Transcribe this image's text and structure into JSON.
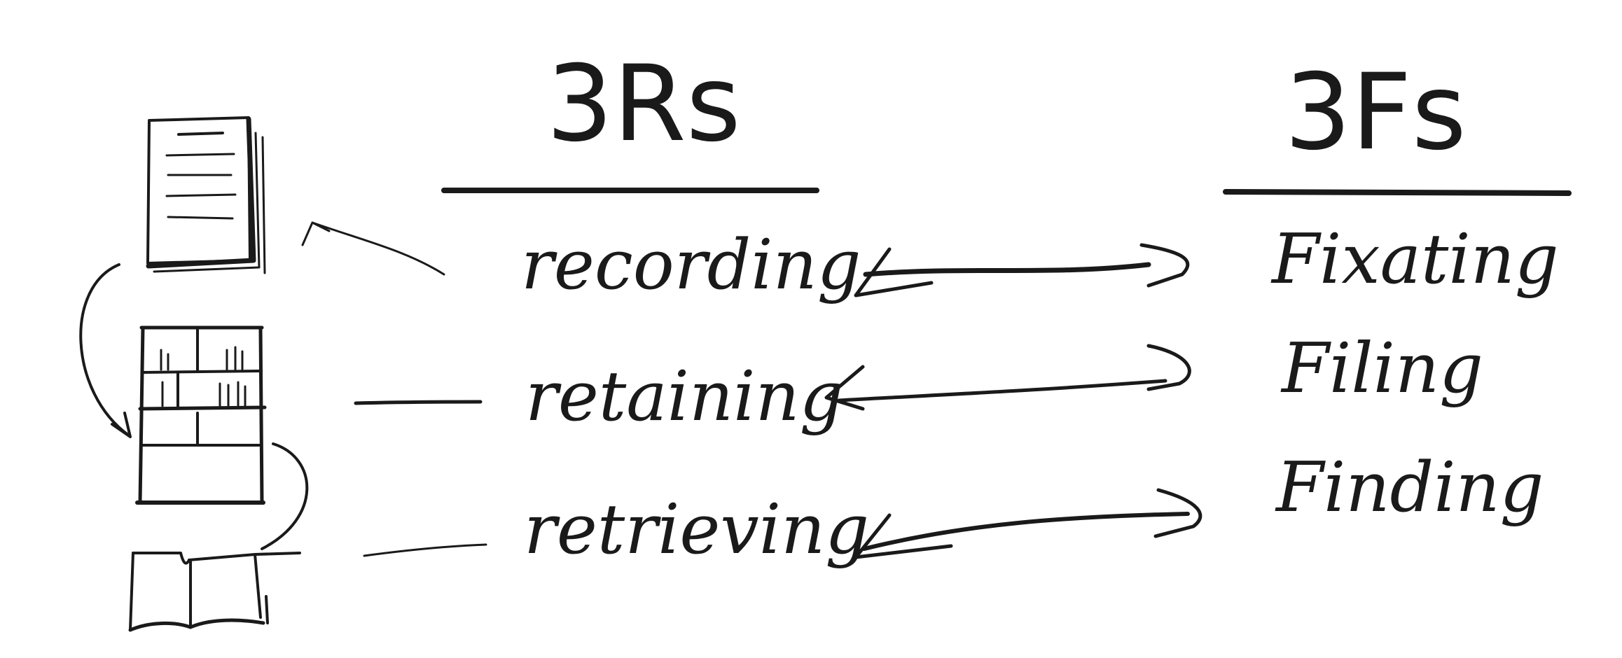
{
  "left_column": {
    "heading": "3Rs",
    "items": [
      "recording",
      "retaining",
      "retrieving"
    ]
  },
  "right_column": {
    "heading": "3Fs",
    "items": [
      "Fixating",
      "Filing",
      "Finding"
    ]
  },
  "icons": [
    "document-icon",
    "bookshelf-icon",
    "open-book-icon"
  ],
  "ink_color": "#1a1a1a"
}
